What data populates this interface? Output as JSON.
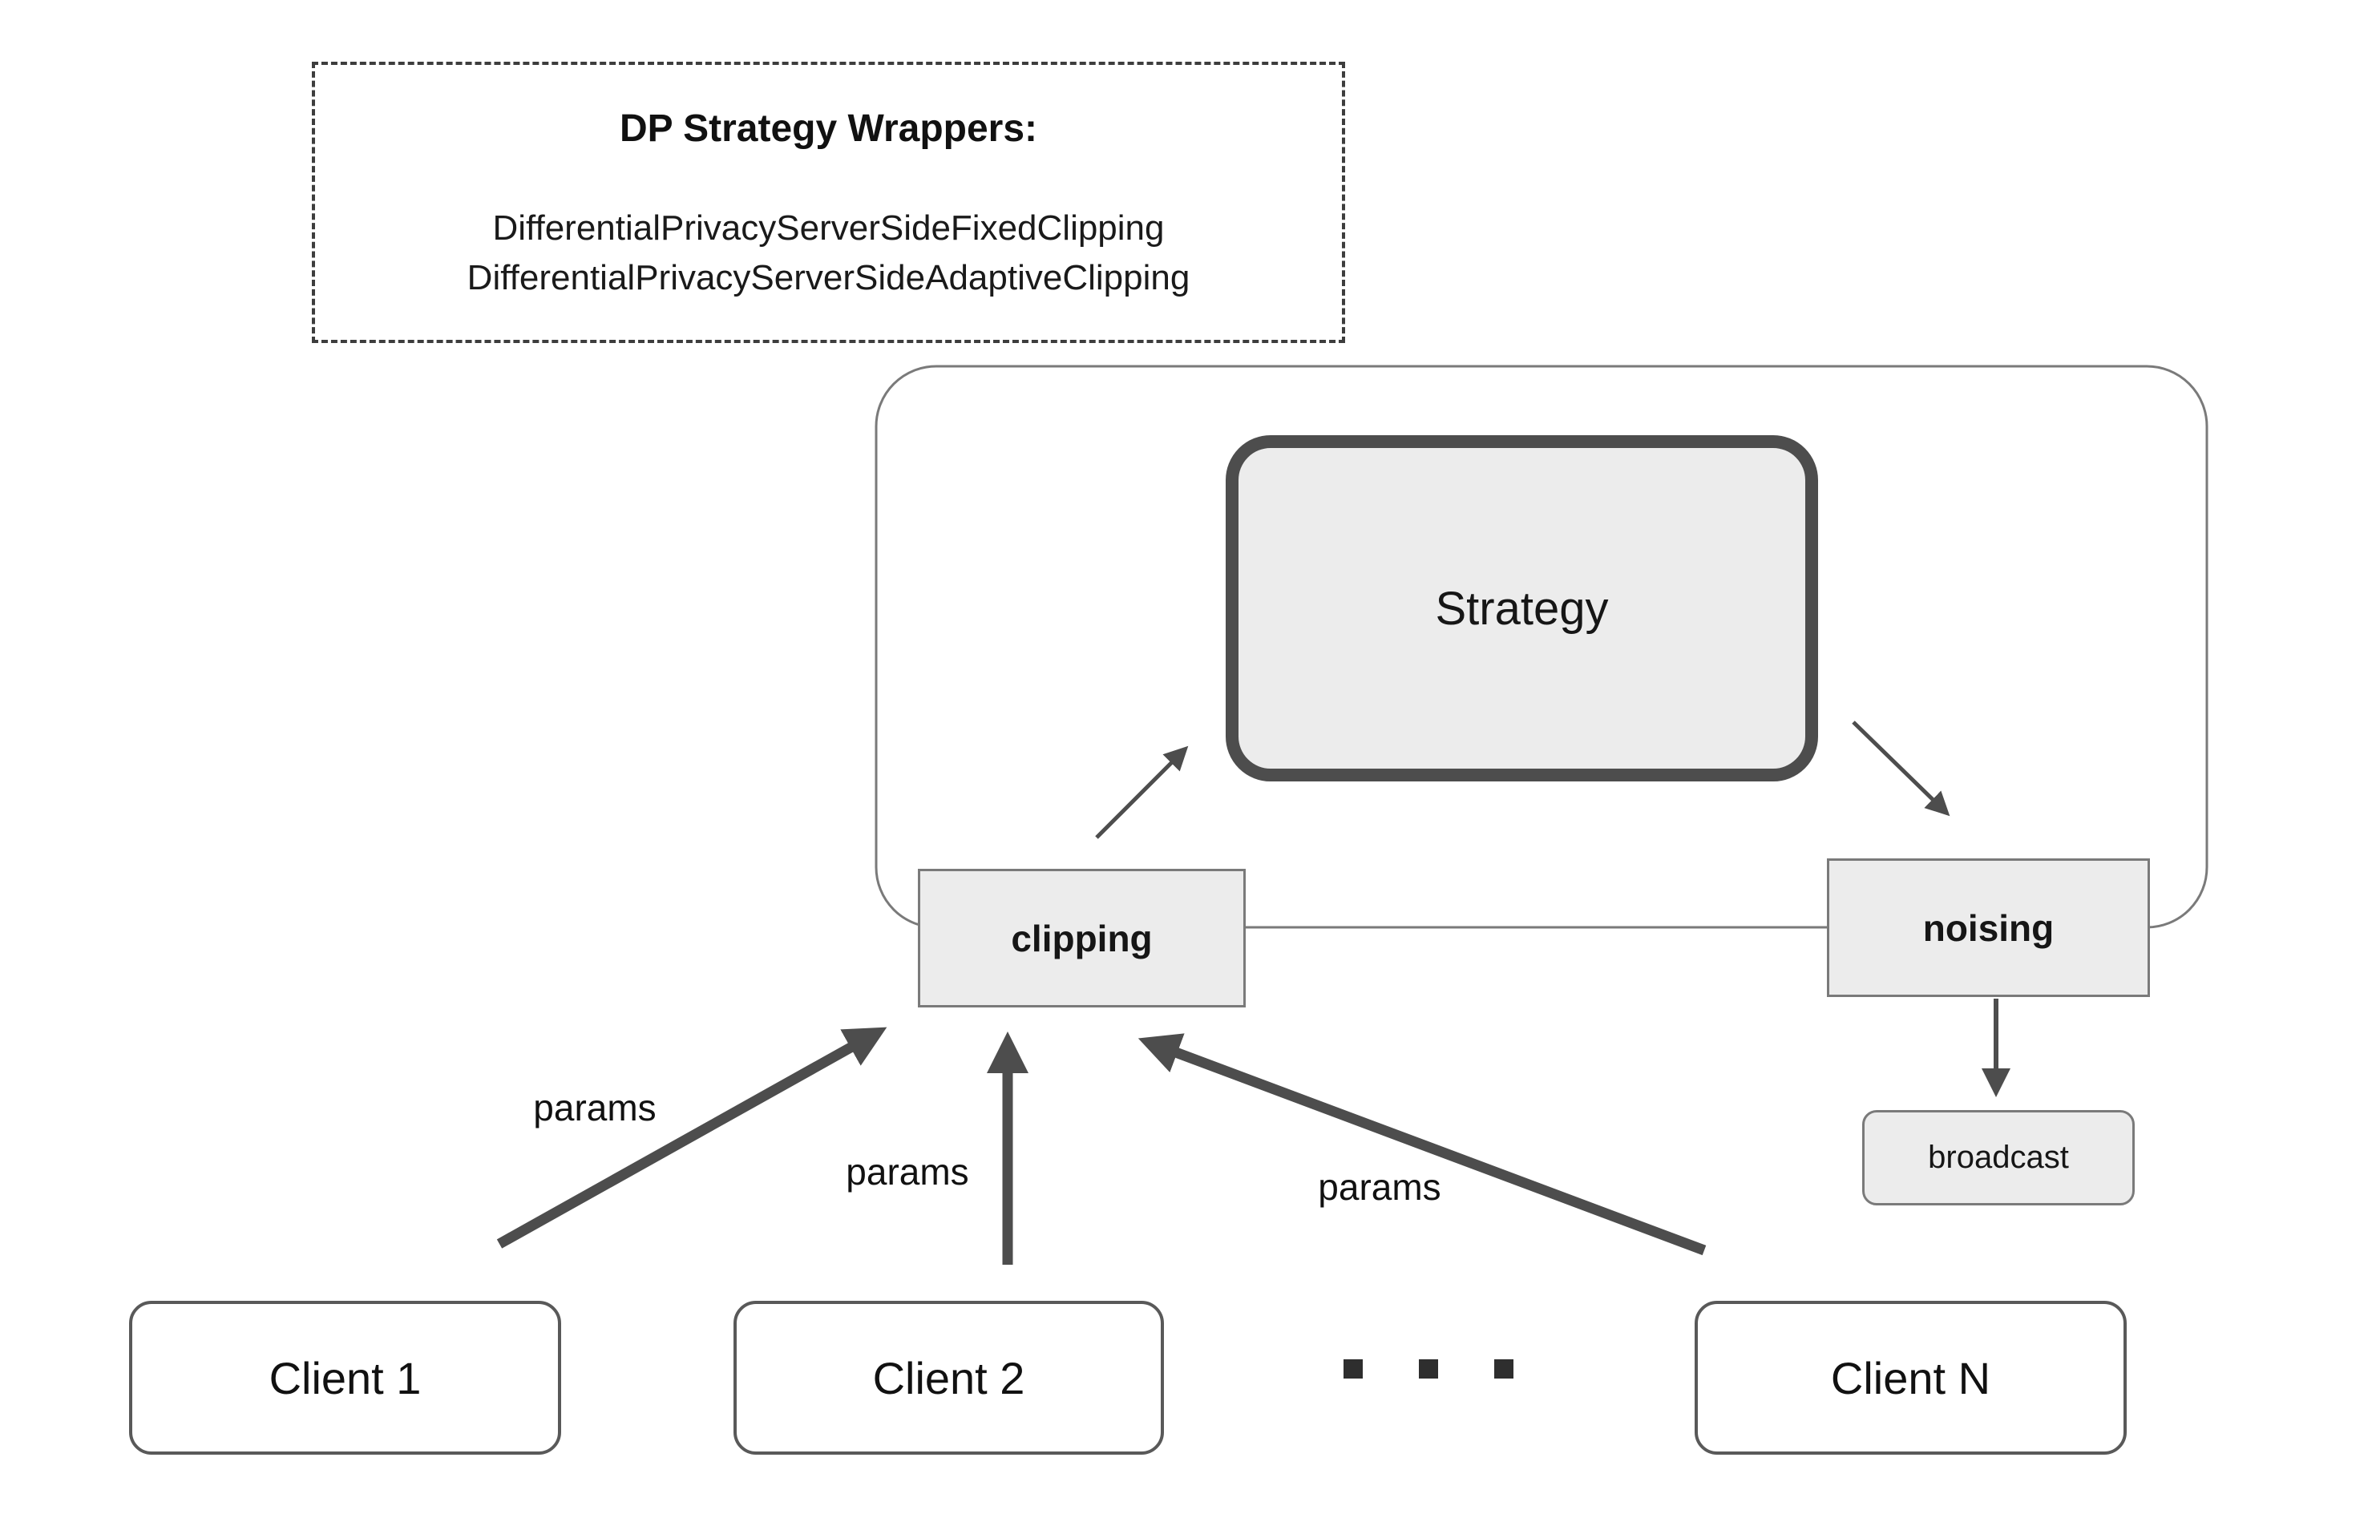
{
  "diagram": {
    "wrapper_box": {
      "title": "DP Strategy Wrappers:",
      "items": [
        "DifferentialPrivacyServerSideFixedClipping",
        "DifferentialPrivacyServerSideAdaptiveClipping"
      ]
    },
    "server": {
      "strategy_label": "Strategy",
      "clipping_label": "clipping",
      "noising_label": "noising",
      "broadcast_label": "broadcast"
    },
    "clients": [
      {
        "label": "Client 1"
      },
      {
        "label": "Client 2"
      },
      {
        "label": "Client N"
      }
    ],
    "edge_labels": {
      "params_client1": "params",
      "params_client2": "params",
      "params_clientN": "params"
    },
    "colors": {
      "node_fill": "#ececec",
      "node_border": "#7a7a7a",
      "strategy_border": "#4d4d4d",
      "client_border": "#595959",
      "arrow": "#4d4d4d",
      "text": "#111111"
    }
  }
}
